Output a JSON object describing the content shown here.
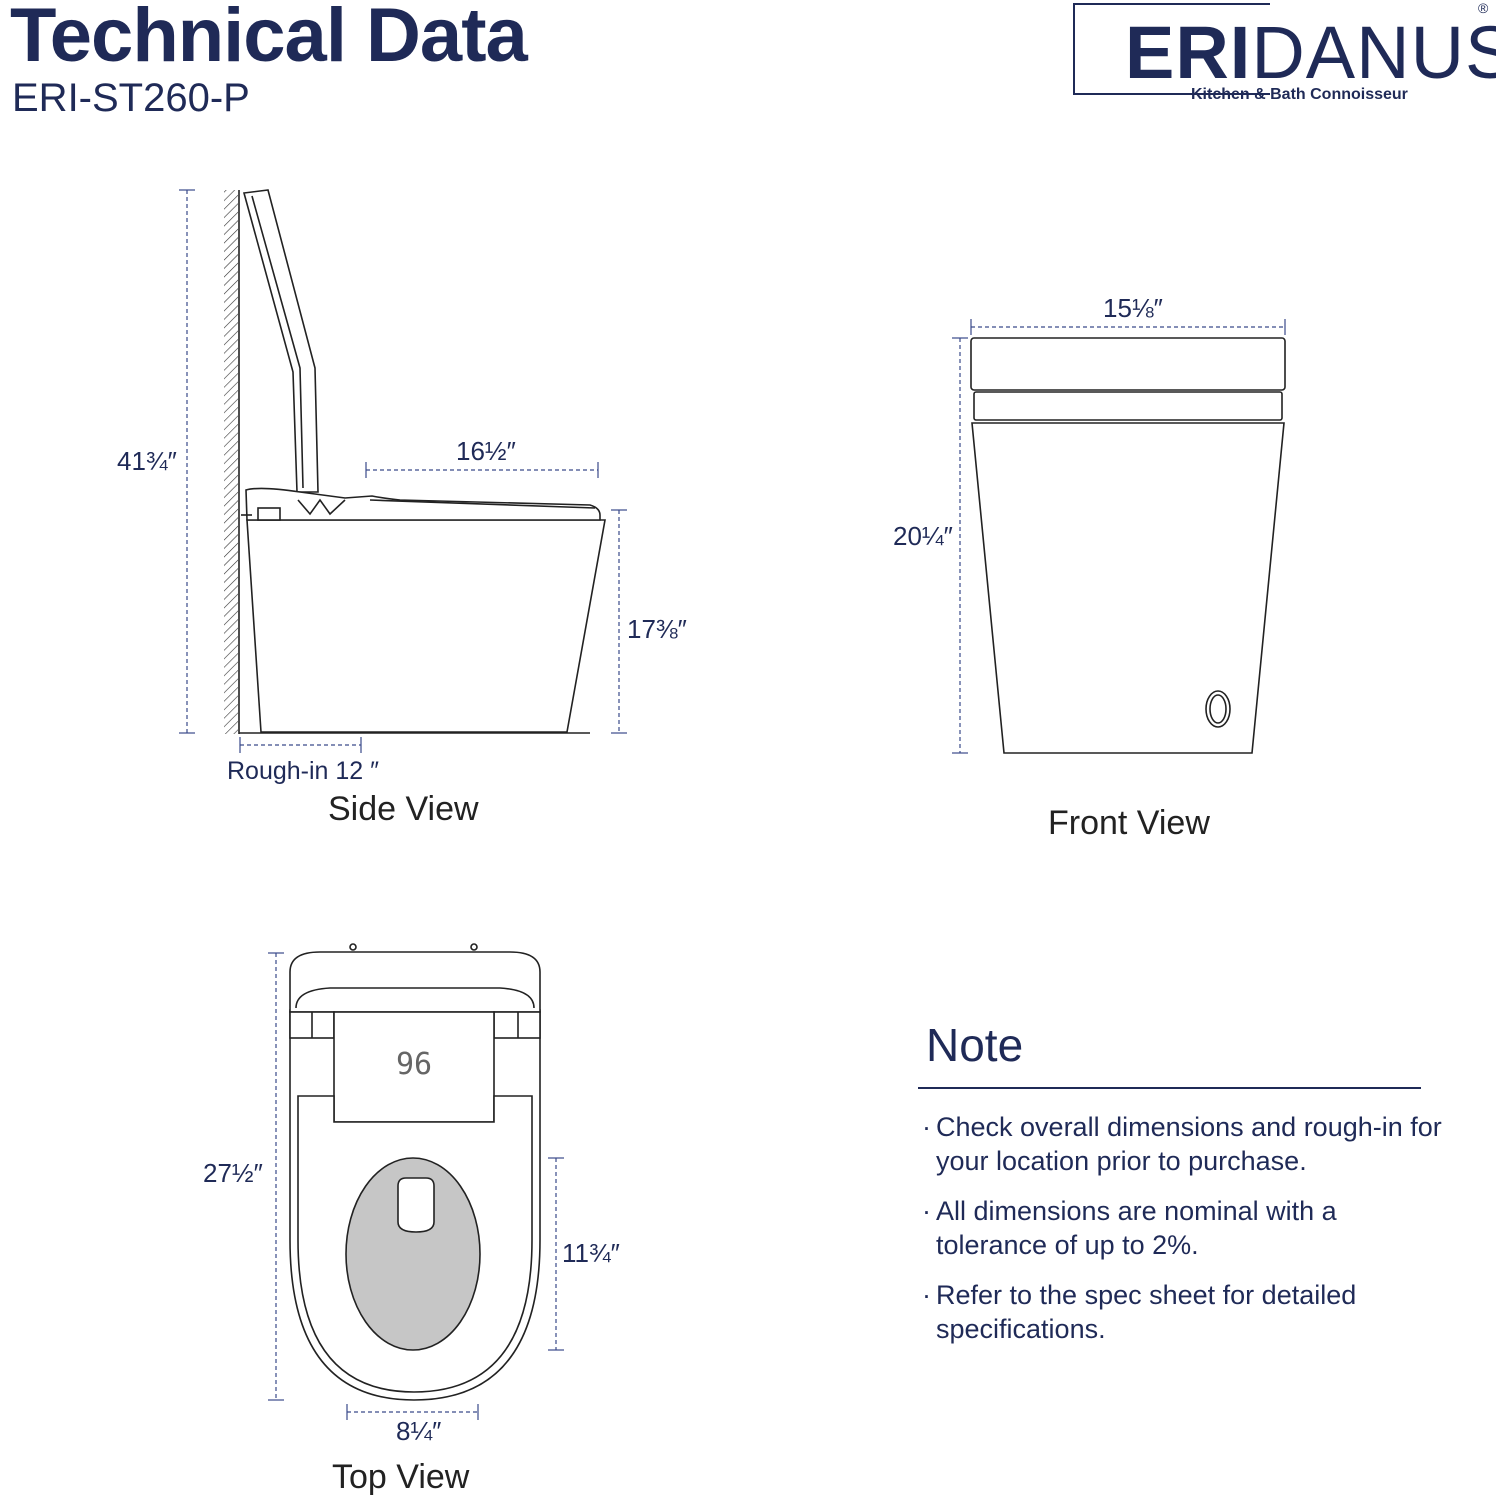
{
  "header": {
    "title": "Technical Data",
    "model": "ERI-ST260-P"
  },
  "logo": {
    "brand_bold": "ERI",
    "brand_light": "DANUS",
    "tagline": "Kitchen & Bath Connoisseur",
    "registered": "®"
  },
  "side_view": {
    "label": "Side View",
    "height_total": "41¾″",
    "seat_length": "16½″",
    "seat_height": "17⅜″",
    "rough_in": "Rough-in 12 ″"
  },
  "front_view": {
    "label": "Front View",
    "width": "15⅛″",
    "height": "20¼″"
  },
  "top_view": {
    "label": "Top View",
    "display_value": "96",
    "length": "27½″",
    "seat_opening": "11¾″",
    "bottom_width": "8¼″"
  },
  "note": {
    "title": "Note",
    "items": [
      "Check overall dimensions and rough-in for your location prior to purchase.",
      "All dimensions are nominal with a tolerance of up to 2%.",
      "Refer to the spec sheet for detailed specifications."
    ]
  },
  "colors": {
    "brand": "#1f2a57",
    "line": "#222222",
    "seat_fill": "#c6c6c6"
  }
}
